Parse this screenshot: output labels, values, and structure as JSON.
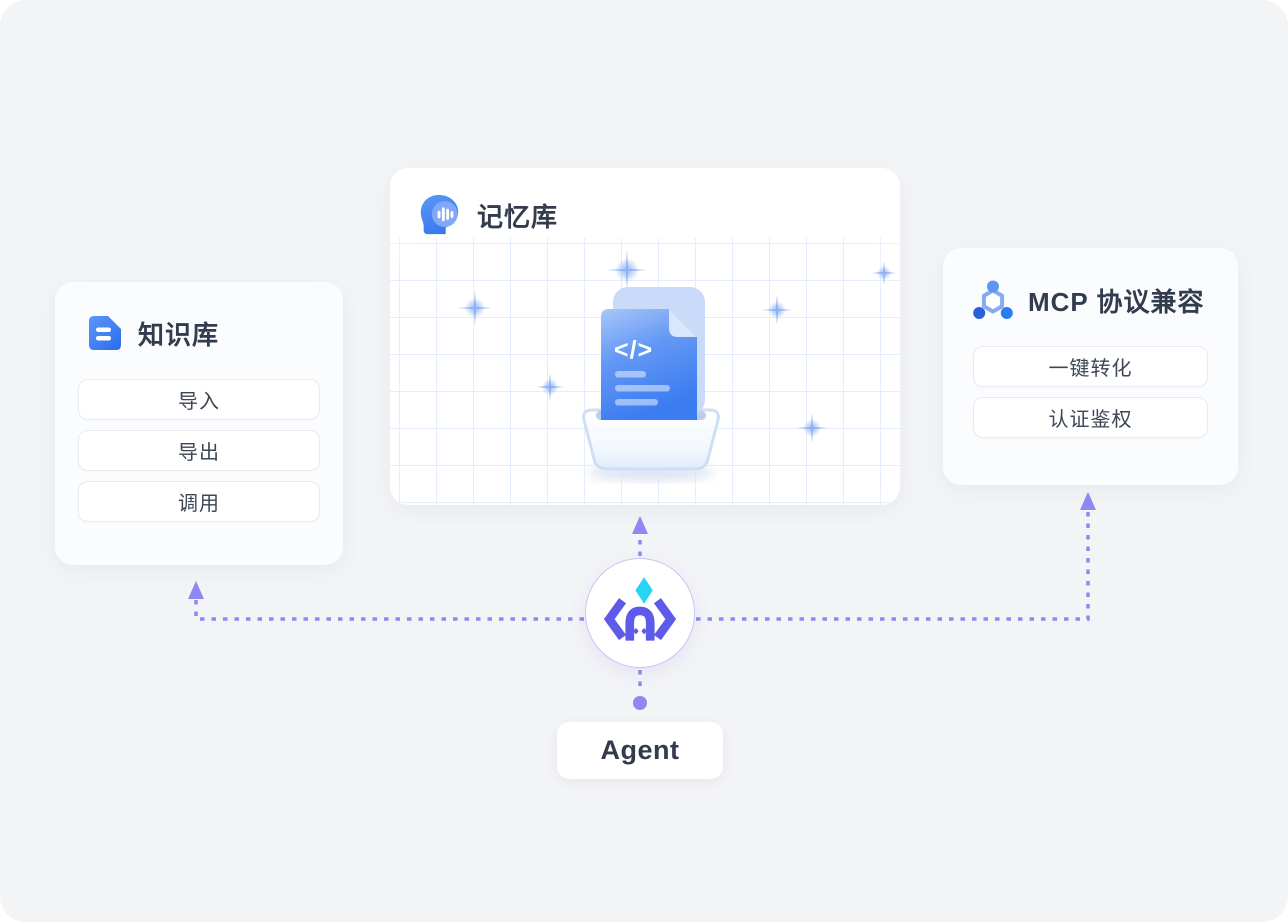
{
  "palette": {
    "page_bg": "#f3f4f6",
    "card_bg": "#fbfcfe",
    "accent_blue": "#3b7cf0",
    "connector_purple": "#8f88f2",
    "logo_purple": "#5d5be8",
    "diamond_cyan": "#28d5f1",
    "title_text": "#323c4d",
    "button_text": "#3c4656"
  },
  "knowledge_card": {
    "title": "知识库",
    "icon": "document-icon",
    "buttons": [
      "导入",
      "导出",
      "调用"
    ]
  },
  "memory_card": {
    "title": "记忆库",
    "icon": "memory-head-icon",
    "illustration": {
      "code_glyph": "</>",
      "icons": [
        "code-document-icon",
        "inbox-tray-icon",
        "sparkle-icon"
      ]
    }
  },
  "mcp_card": {
    "title": "MCP 协议兼容",
    "icon": "network-nodes-icon",
    "buttons": [
      "一键转化",
      "认证鉴权"
    ]
  },
  "agent": {
    "label": "Agent",
    "icon": "agent-brackets-logo"
  }
}
